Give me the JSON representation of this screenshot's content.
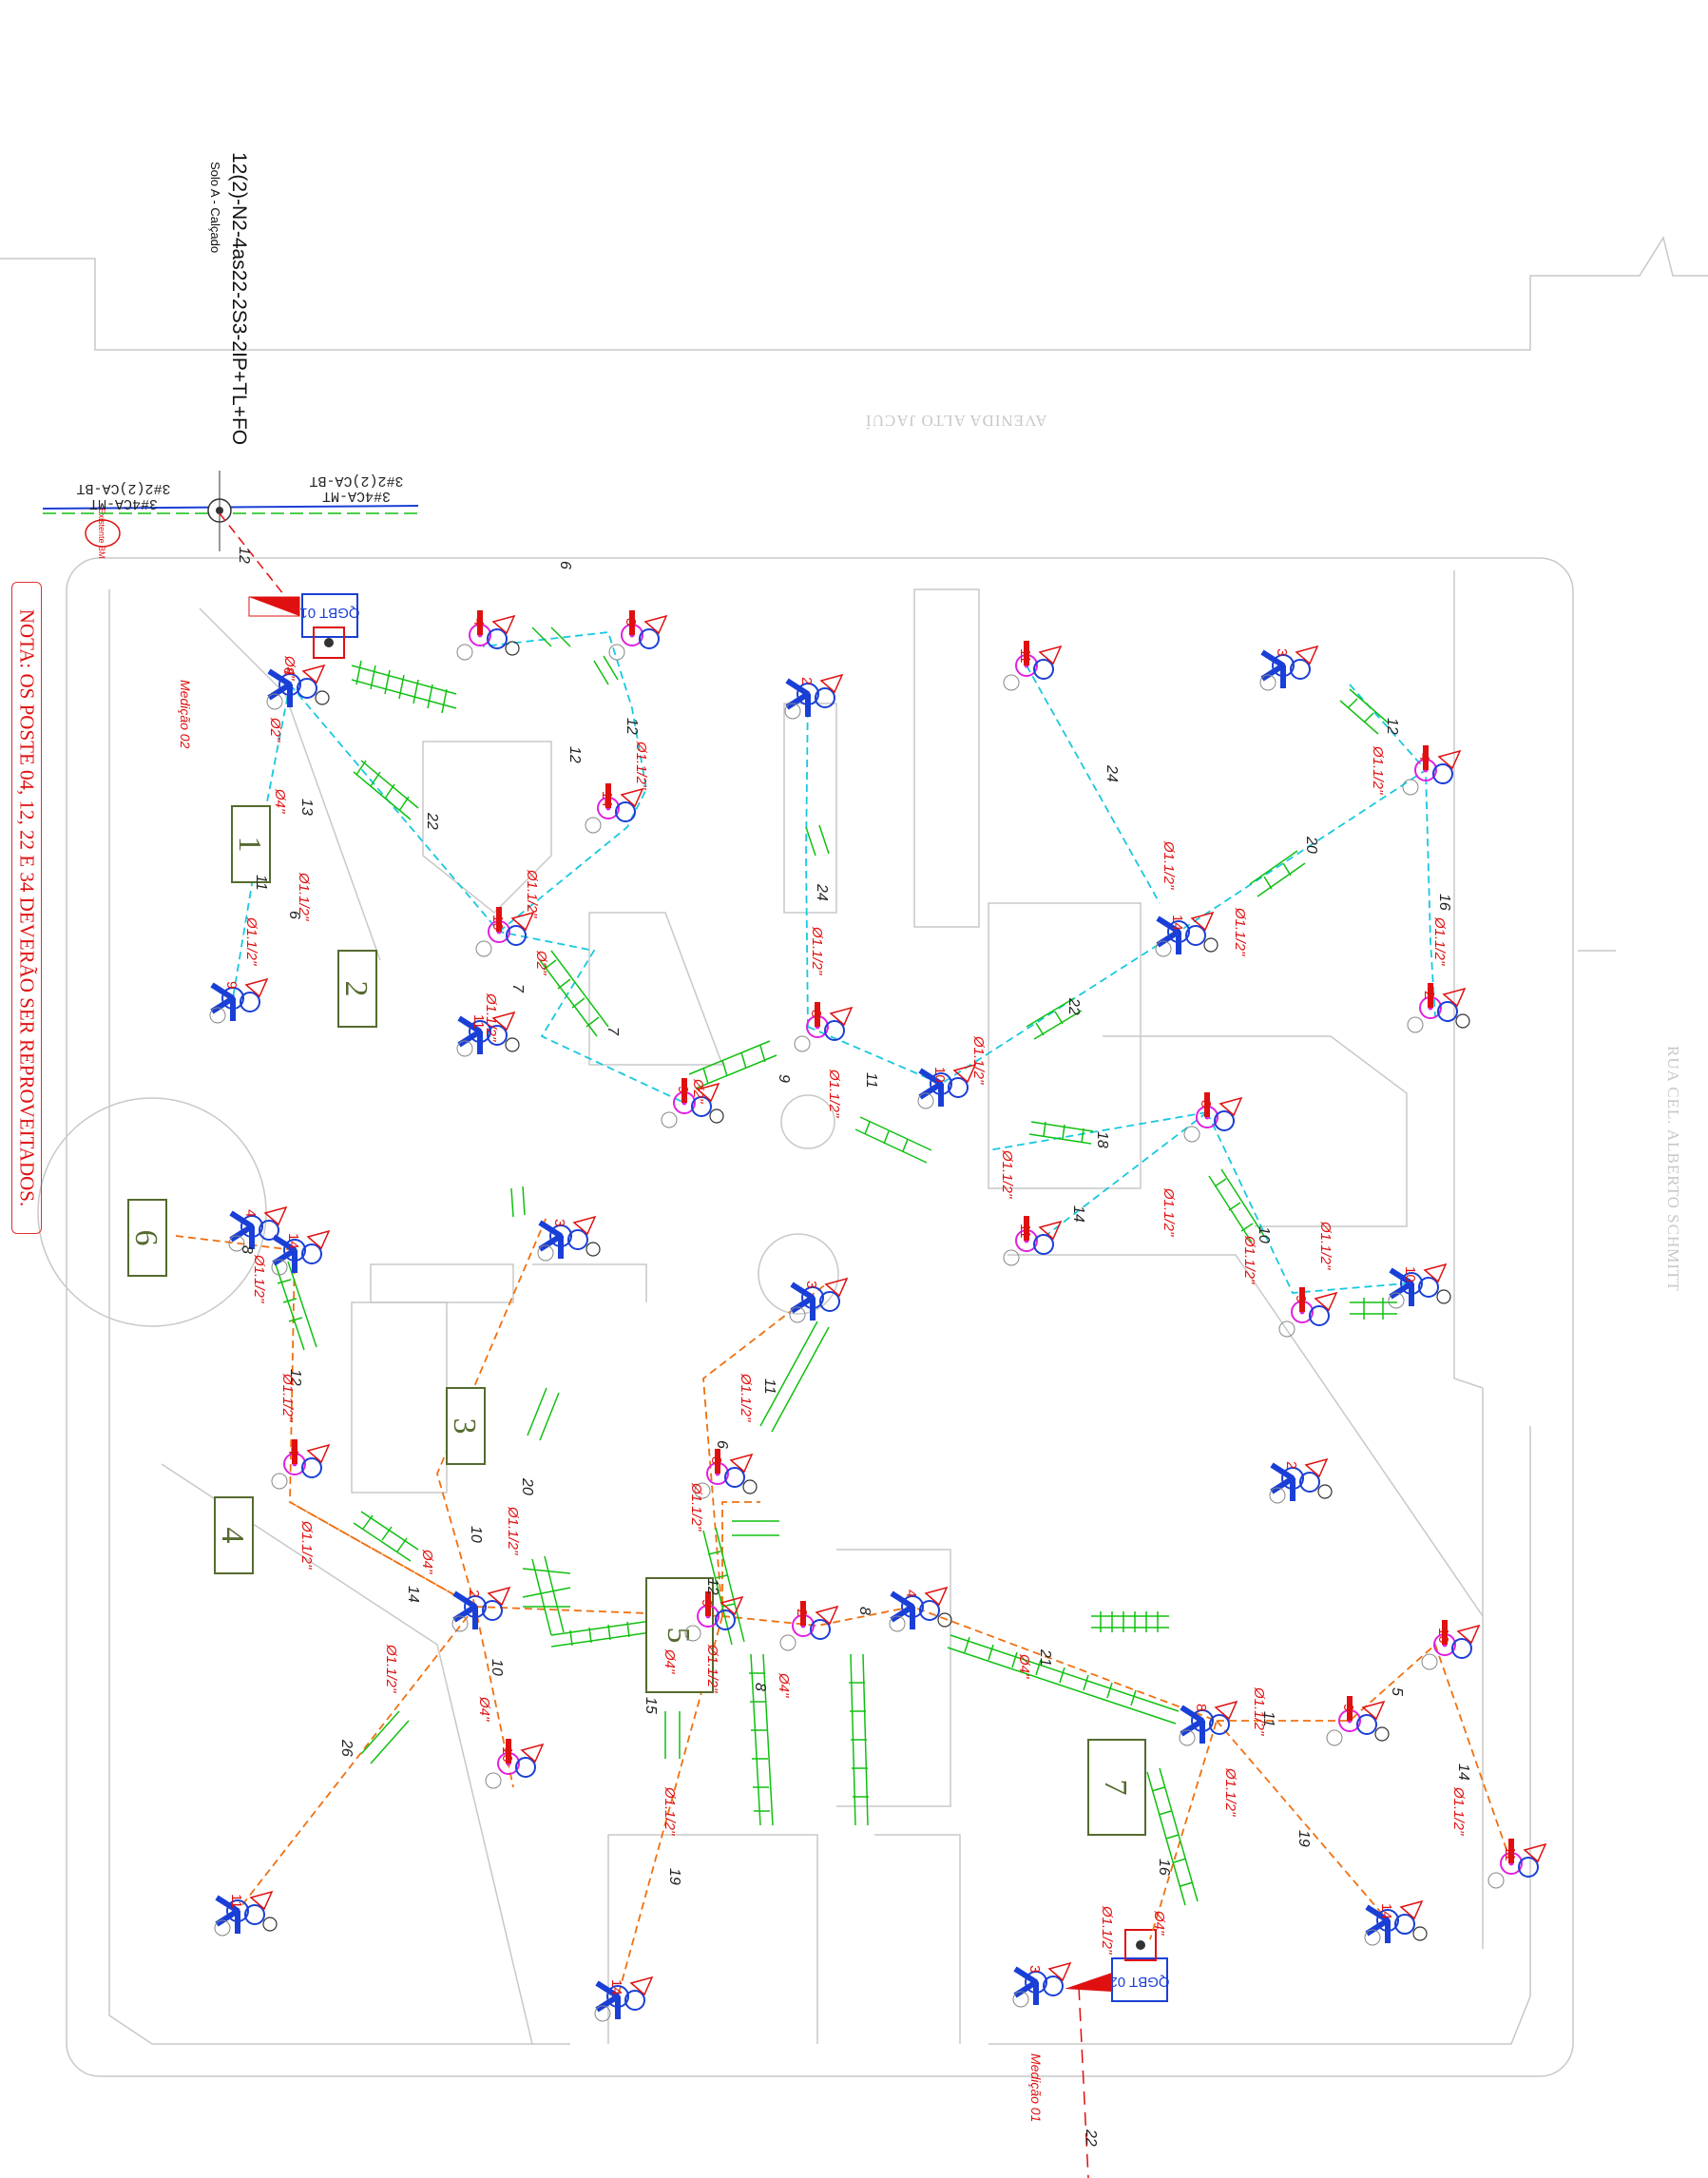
{
  "note": "NOTA: OS POSTE 04, 12, 22 E 34 DEVERÃO SER REPROVEITADOS.",
  "streets": {
    "top": "AVENIDA ALTO JACUÍ",
    "right": "RUA CEL. ALBERTO SCHMITT"
  },
  "header": {
    "main": "12(2)-N2-4as22-2S3-2IP+TL+FO",
    "sub": "Solo A - Calçado"
  },
  "feeders": {
    "left": [
      "3#2(2)CA-BT",
      "3#4CA-MT"
    ],
    "right": [
      "3#2(2)CA-BT",
      "3#4CA-MT"
    ],
    "existing": "Existente BM"
  },
  "panels": [
    {
      "id": "qgbt1",
      "label": "QGBT 01",
      "meter": "Medição 02"
    },
    {
      "id": "qgbt2",
      "label": "QGBT 02",
      "meter": "Medição 01"
    }
  ],
  "blocks": [
    "1",
    "2",
    "3",
    "4",
    "5",
    "6",
    "7"
  ],
  "pole_heights": [
    "8",
    "9",
    "10",
    "11",
    "14",
    "3",
    "4",
    "2"
  ],
  "span_labels": [
    "12",
    "13",
    "22",
    "24",
    "20",
    "16",
    "18",
    "14",
    "10",
    "9",
    "11",
    "6",
    "7",
    "19",
    "26",
    "21",
    "15",
    "8",
    "5"
  ],
  "conduit_labels": [
    "Ø4\"",
    "Ø2\"",
    "Ø1.1/2\""
  ],
  "colors": {
    "note": "#e01010",
    "blue": "#1a3fd6",
    "magenta": "#e020e0",
    "red": "#e01010",
    "cyan": "#18c8e0",
    "orange": "#f07010",
    "green": "#10c010",
    "olive": "#556b2f",
    "gray": "#b8b8b8"
  },
  "icons": [
    "pole-icon",
    "luminaire-icon",
    "ground-icon",
    "transformer-icon"
  ]
}
